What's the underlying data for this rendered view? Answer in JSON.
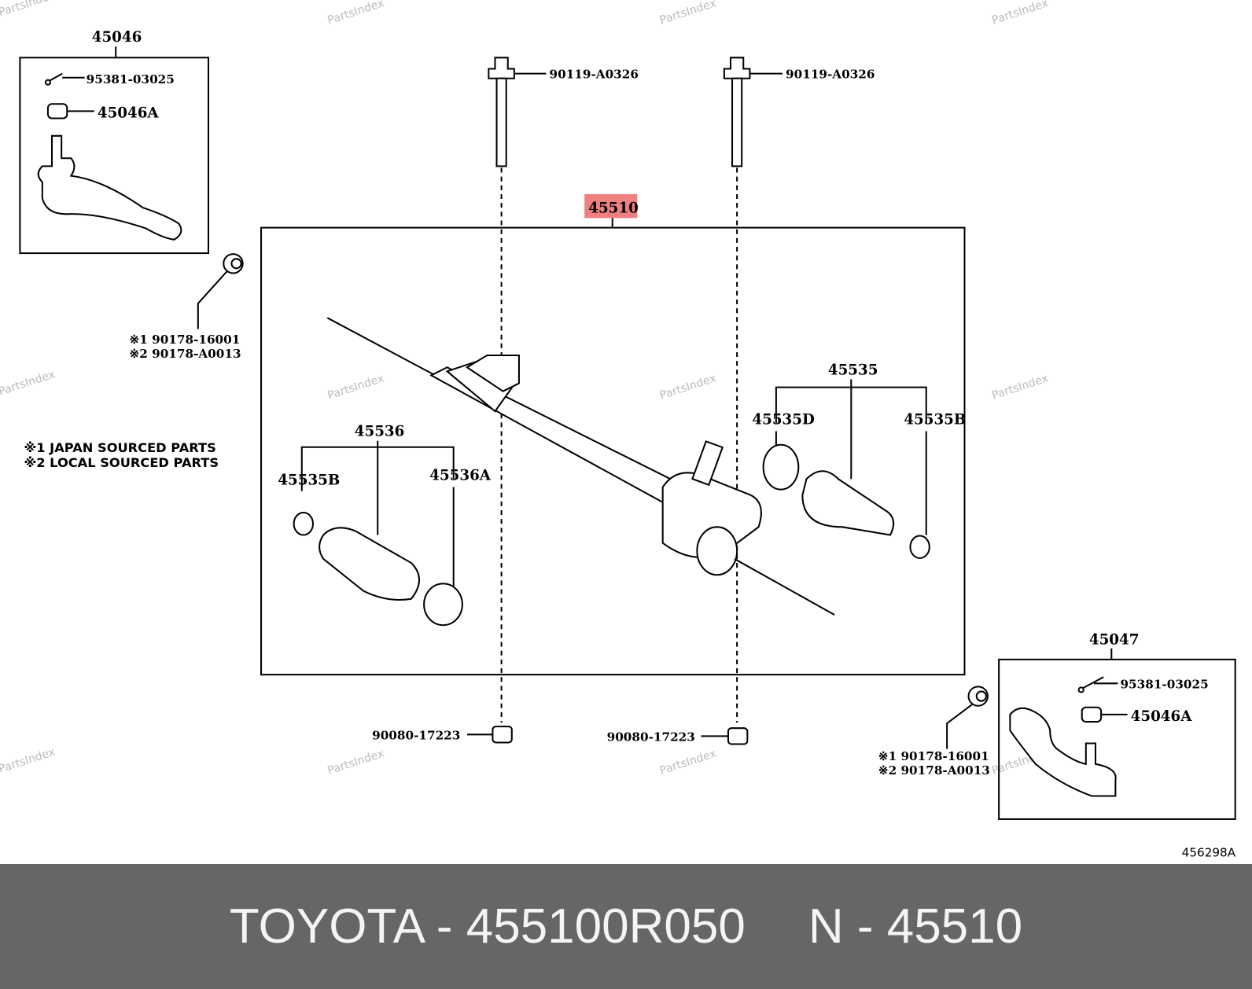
{
  "watermark": "PartsIndex",
  "labels": {
    "tie_rod_end_lh": "45046",
    "cotter_pin_lh": "95381-03025",
    "nut_lh": "45046A",
    "bolt_left": "90119-A0326",
    "bolt_right": "90119-A0326",
    "gear_assy": "45510",
    "bushing_lh_1": "※1 90178-16001",
    "bushing_lh_2": "※2 90178-A0013",
    "boot_rh": "45535",
    "clamp_rh_d": "45535D",
    "clamp_rh_b": "45535B",
    "boot_lh": "45536",
    "clamp_lh_b": "45535B",
    "clamp_lh_a": "45536A",
    "nut_left": "90080-17223",
    "nut_right": "90080-17223",
    "tie_rod_end_rh": "45047",
    "cotter_pin_rh": "95381-03025",
    "nut_rh": "45046A",
    "bushing_rh_1": "※1 90178-16001",
    "bushing_rh_2": "※2 90178-A0013",
    "illustration_id": "456298A"
  },
  "notes": [
    "※1 JAPAN SOURCED PARTS",
    "※2 LOCAL SOURCED PARTS"
  ],
  "highlight_color": "#f08080",
  "footer": {
    "brand_part": "TOYOTA - 455100R050",
    "ref": "N - 45510"
  }
}
